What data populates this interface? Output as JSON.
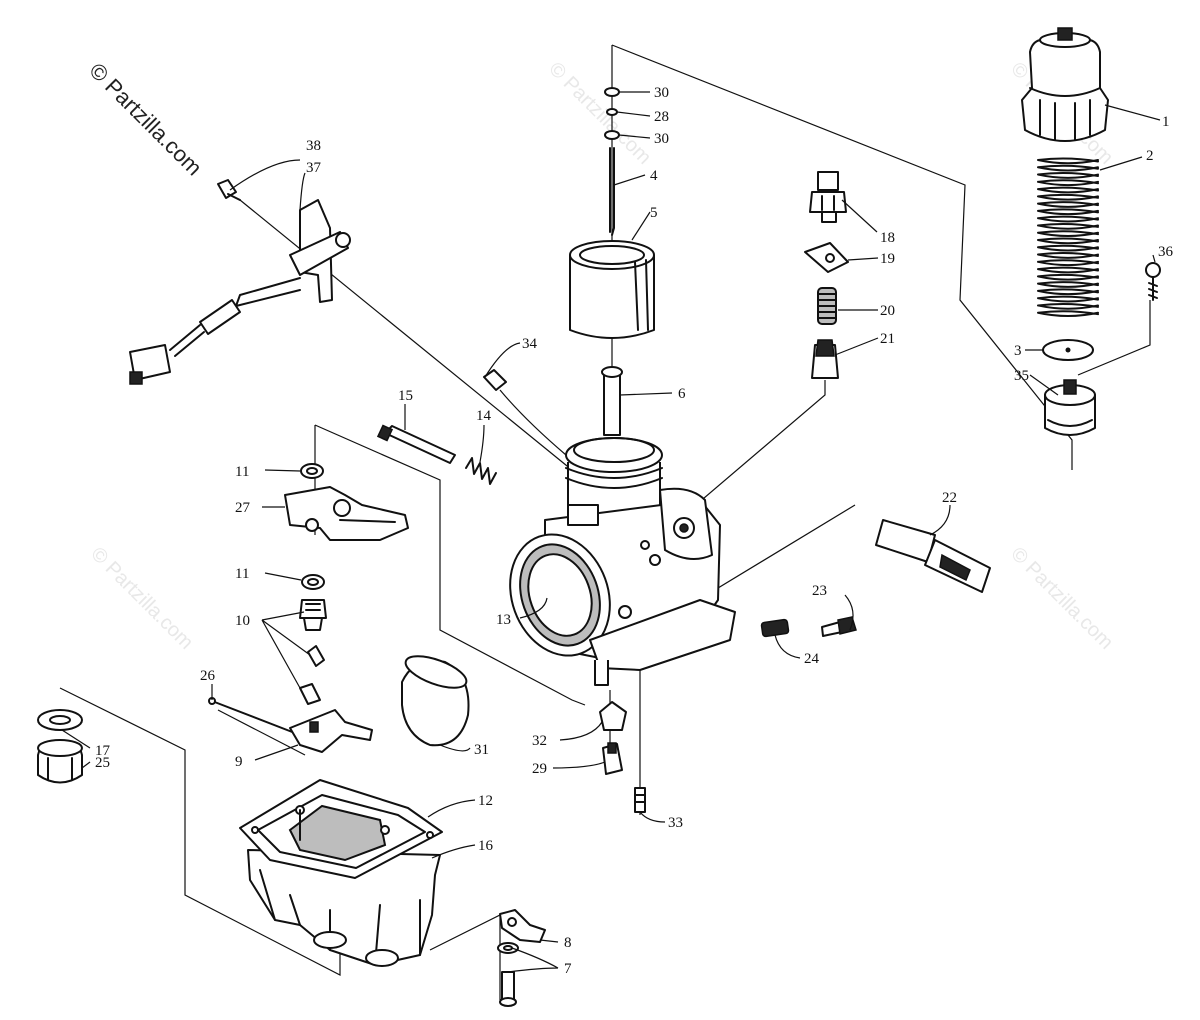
{
  "watermark": "© Partzilla.com",
  "callouts": [
    {
      "id": "c1",
      "text": "1"
    },
    {
      "id": "c2",
      "text": "2"
    },
    {
      "id": "c3",
      "text": "3"
    },
    {
      "id": "c4",
      "text": "4"
    },
    {
      "id": "c5",
      "text": "5"
    },
    {
      "id": "c6",
      "text": "6"
    },
    {
      "id": "c7",
      "text": "7"
    },
    {
      "id": "c8",
      "text": "8"
    },
    {
      "id": "c9",
      "text": "9"
    },
    {
      "id": "c10",
      "text": "10"
    },
    {
      "id": "c11a",
      "text": "11"
    },
    {
      "id": "c11b",
      "text": "11"
    },
    {
      "id": "c12",
      "text": "12"
    },
    {
      "id": "c13",
      "text": "13"
    },
    {
      "id": "c14",
      "text": "14"
    },
    {
      "id": "c15",
      "text": "15"
    },
    {
      "id": "c16",
      "text": "16"
    },
    {
      "id": "c17",
      "text": "17"
    },
    {
      "id": "c18",
      "text": "18"
    },
    {
      "id": "c19",
      "text": "19"
    },
    {
      "id": "c20",
      "text": "20"
    },
    {
      "id": "c21",
      "text": "21"
    },
    {
      "id": "c22",
      "text": "22"
    },
    {
      "id": "c23",
      "text": "23"
    },
    {
      "id": "c24",
      "text": "24"
    },
    {
      "id": "c25",
      "text": "25"
    },
    {
      "id": "c26",
      "text": "26"
    },
    {
      "id": "c27",
      "text": "27"
    },
    {
      "id": "c28",
      "text": "28"
    },
    {
      "id": "c29",
      "text": "29"
    },
    {
      "id": "c30a",
      "text": "30"
    },
    {
      "id": "c30b",
      "text": "30"
    },
    {
      "id": "c31",
      "text": "31"
    },
    {
      "id": "c32",
      "text": "32"
    },
    {
      "id": "c33",
      "text": "33"
    },
    {
      "id": "c34",
      "text": "34"
    },
    {
      "id": "c35",
      "text": "35"
    },
    {
      "id": "c36",
      "text": "36"
    },
    {
      "id": "c37",
      "text": "37"
    },
    {
      "id": "c38",
      "text": "38"
    }
  ]
}
